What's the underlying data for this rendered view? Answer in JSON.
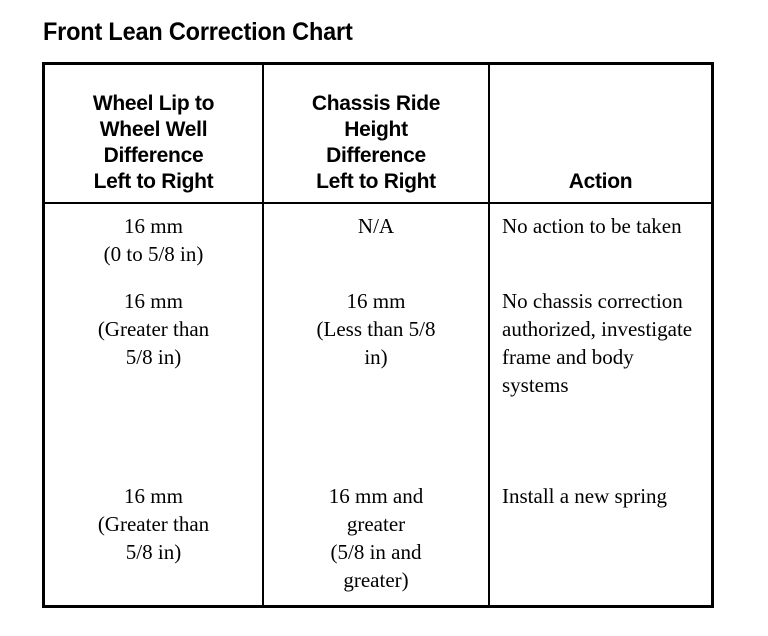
{
  "document": {
    "title": "Front Lean Correction Chart",
    "background_color": "#ffffff",
    "text_color": "#000000",
    "border_color": "#000000"
  },
  "table": {
    "columns": [
      {
        "key": "wheel_lip",
        "header_lines": [
          "Wheel Lip to",
          "Wheel Well",
          "Difference",
          "Left to Right"
        ],
        "align": "center"
      },
      {
        "key": "chassis_ride",
        "header_lines": [
          "Chassis Ride",
          "Height",
          "Difference",
          "Left to Right"
        ],
        "align": "center"
      },
      {
        "key": "action",
        "header_lines": [
          "Action"
        ],
        "align": "left"
      }
    ],
    "rows": [
      {
        "wheel_lip_lines": [
          "16 mm",
          "(0 to 5/8 in)"
        ],
        "chassis_ride_lines": [
          "N/A"
        ],
        "action_text": "No action to be taken"
      },
      {
        "wheel_lip_lines": [
          "16 mm",
          "(Greater than",
          "5/8 in)"
        ],
        "chassis_ride_lines": [
          "16 mm",
          "(Less than 5/8",
          "in)"
        ],
        "action_text": "No chassis correction authorized, investigate frame and body systems"
      },
      {
        "wheel_lip_lines": [
          "16 mm",
          "(Greater than",
          "5/8 in)"
        ],
        "chassis_ride_lines": [
          "16 mm and",
          "greater",
          "(5/8 in and",
          "greater)"
        ],
        "action_text": "Install a new spring"
      }
    ]
  }
}
